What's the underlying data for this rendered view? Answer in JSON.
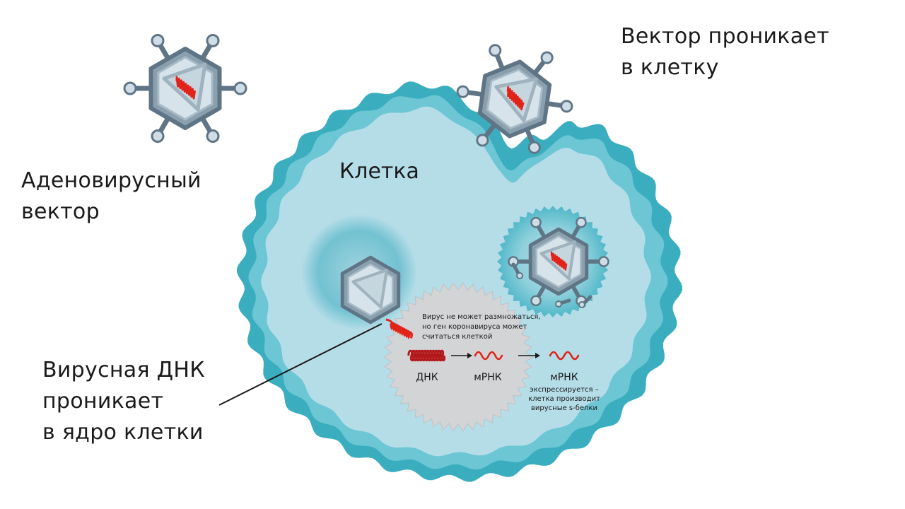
{
  "labels": {
    "adenovirus_vector": "Аденовирусный\nвектор",
    "vector_enters": "Вектор проникает\nв клетку",
    "cell": "Клетка",
    "viral_dna_enters": "Вирусная ДНК\nпроникает\nв ядро клетки"
  },
  "nucleus": {
    "note_lines": [
      "Вирус не может размножаться,",
      "но ген коронавируса может",
      "считаться клеткой"
    ],
    "dna_label": "ДНК",
    "mrna_label_1": "мРНК",
    "mrna_label_2": "мРНК",
    "expressed_lines": [
      "экспрессируется –",
      "клетка производит",
      "вирусные s-белки"
    ]
  },
  "colors": {
    "cell_outer": "#3aaebf",
    "cell_mid": "#6cc6d4",
    "cell_inner": "#b4dde8",
    "nucleus": "#d3d4d6",
    "virus_shell": "#5f7585",
    "virus_fill": "#cfdde6",
    "dna_red": "#e2231a"
  }
}
